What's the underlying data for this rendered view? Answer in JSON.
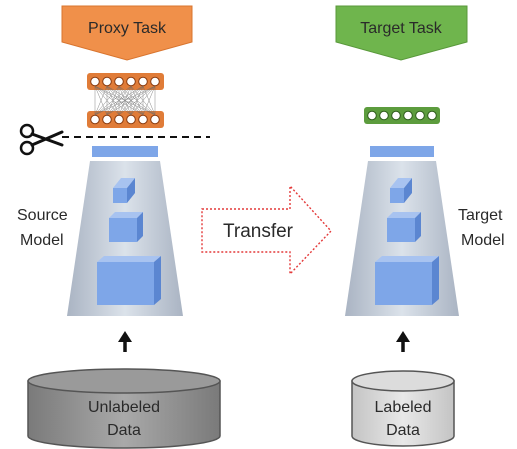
{
  "proxy_task": {
    "label": "Proxy Task",
    "color": "#f0904a"
  },
  "target_task": {
    "label": "Target Task",
    "color": "#6fb54d"
  },
  "source_model": {
    "line1": "Source",
    "line2": "Model"
  },
  "target_model": {
    "line1": "Target",
    "line2": "Model"
  },
  "transfer": {
    "label": "Transfer",
    "color": "#e43a3a"
  },
  "unlabeled_data": {
    "line1": "Unlabeled",
    "line2": "Data",
    "color": "#8f8f8f"
  },
  "labeled_data": {
    "line1": "Labeled",
    "line2": "Data",
    "color": "#d4d4d4"
  },
  "colors": {
    "block": "#7ea6e8",
    "trapezoid": "#c7d0dc"
  },
  "icons": {
    "cut": "scissors-icon",
    "up_arrow": "arrow-up-icon"
  }
}
